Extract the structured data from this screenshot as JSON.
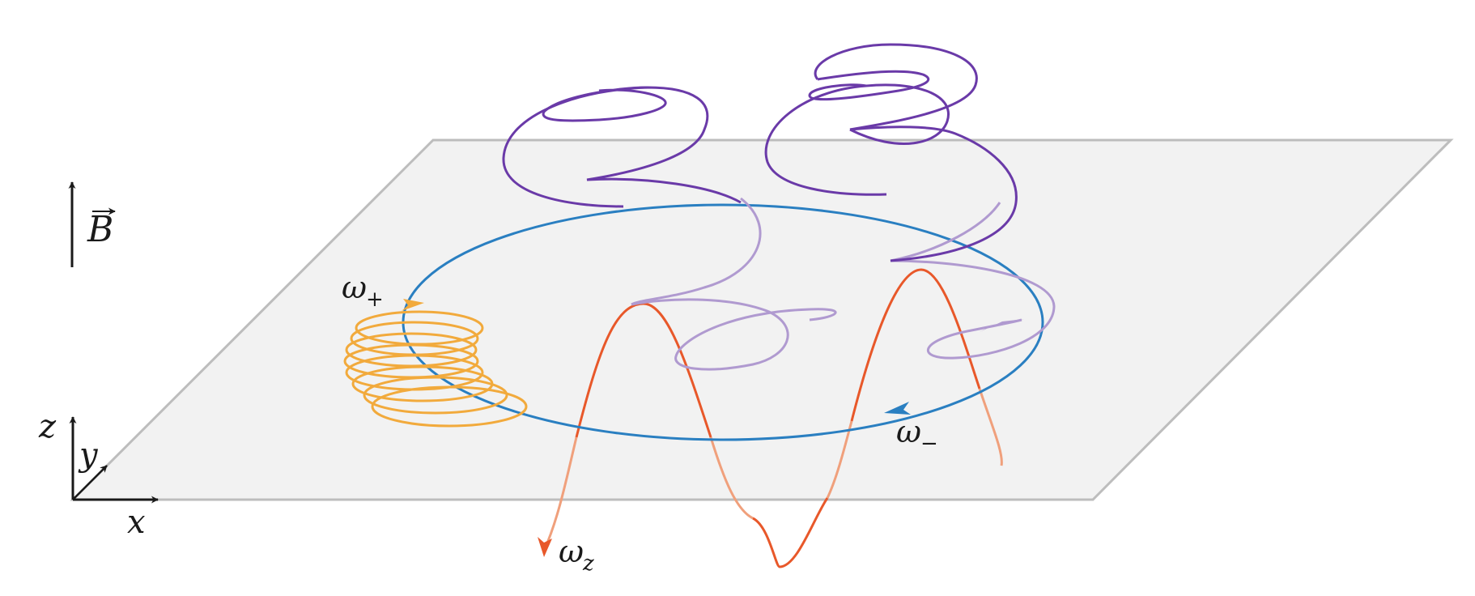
{
  "labels": {
    "b_field": "B",
    "omega_plus": "ω",
    "omega_plus_sub": "+",
    "omega_minus": "ω",
    "omega_minus_sub": "−",
    "omega_z": "ω",
    "omega_z_sub": "z",
    "axis_x": "x",
    "axis_y": "y",
    "axis_z": "z"
  },
  "colors": {
    "plane_fill": "#f2f2f2",
    "plane_edge": "#bdbdbd",
    "magnetron": "#2a7fc1",
    "cyclotron": "#f2aa3c",
    "axial": "#e8582a",
    "axial_faded": "#f0a07c",
    "epicycle": "#6a3aa8",
    "epicycle_faded": "#b09ad0",
    "ink": "#1a1a1a"
  }
}
